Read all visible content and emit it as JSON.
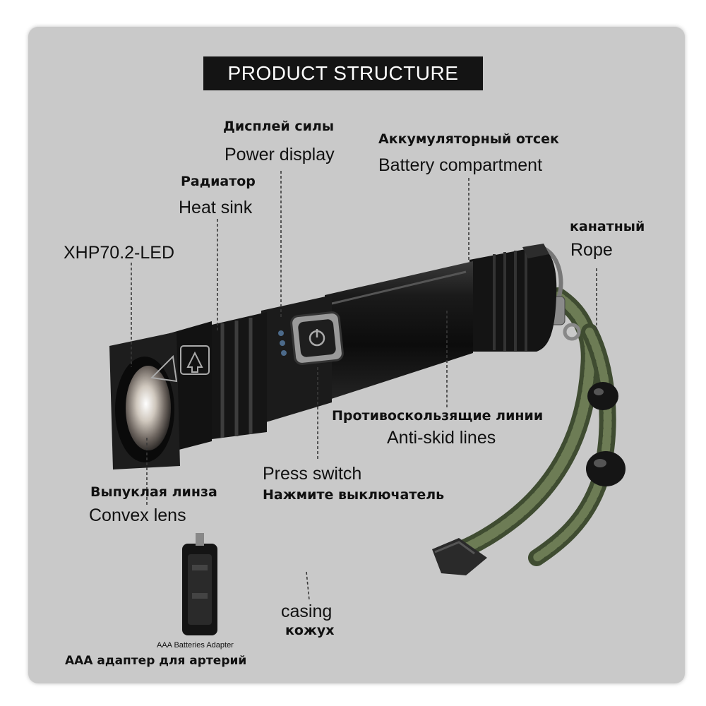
{
  "title": "PRODUCT STRUCTURE",
  "labels": {
    "power_display_ru": "Дисплей силы",
    "power_display_en": "Power display",
    "battery_ru": "Аккумуляторный отсек",
    "battery_en": "Battery compartment",
    "heat_sink_ru": "Радиатор",
    "heat_sink_en": "Heat sink",
    "rope_ru": "канатный",
    "rope_en": "Rope",
    "led": "XHP70.2-LED",
    "antiskid_ru": "Противоскользящие линии",
    "antiskid_en": "Anti-skid lines",
    "press_switch_en": "Press switch",
    "press_switch_ru": "Нажмите выключатель",
    "lens_ru": "Выпуклая линза",
    "lens_en": "Convex lens",
    "casing_en": "casing",
    "casing_ru": "кожух",
    "adapter_small": "AAA Batteries Adapter",
    "adapter_ru": "AAA адаптер для артерий"
  },
  "icons": [
    "flashlight-image",
    "battery-adapter-image",
    "lanyard-rope-image",
    "hot-warning-icon",
    "upload-arrow-icon",
    "power-icon"
  ]
}
